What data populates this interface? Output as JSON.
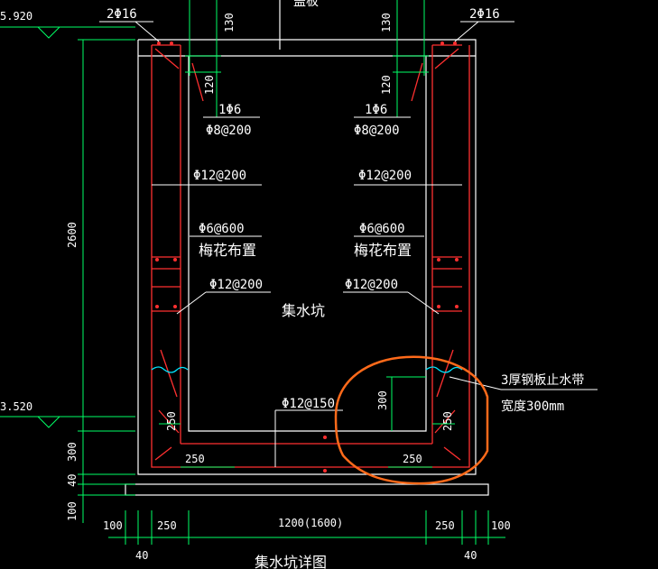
{
  "colors": {
    "background": "#000000",
    "outline": "#ffffff",
    "rebar": "#ff3030",
    "dimension": "#00ff66",
    "waterstop": "#00e5ff",
    "markup": "#ff6a1a"
  },
  "labels": {
    "elev_top": "5.920",
    "elev_bottom": "3.520",
    "lid": "盖板",
    "rebar_top_left": "2Φ16",
    "rebar_top_right": "2Φ16",
    "phi6_left": "1Φ6",
    "phi6_right": "1Φ6",
    "phi8_left": "Φ8@200",
    "phi8_right": "Φ8@200",
    "phi12_upper_left": "Φ12@200",
    "phi12_upper_right": "Φ12@200",
    "phi6_600_left": "Φ6@600",
    "phi6_600_right": "Φ6@600",
    "plum_left": "梅花布置",
    "plum_right": "梅花布置",
    "phi12_lower_left": "Φ12@200",
    "phi12_lower_right": "Φ12@200",
    "pit_name": "集水坑",
    "phi12_bottom": "Φ12@150",
    "waterstop_line1": "3厚钢板止水带",
    "waterstop_line2": "宽度300mm",
    "bottom_title": "集水坑详图"
  },
  "dims": {
    "d130_left": "130",
    "d130_right": "130",
    "d120_left": "120",
    "d120_right": "120",
    "height_2600": "2600",
    "d300_left": "300",
    "d40_left": "40",
    "d100_left": "100",
    "d300_inner": "300",
    "d250_wall_left": "250",
    "d250_wall_right": "250",
    "d250_base_left": "250",
    "d250_base_right": "250",
    "b100_left": "100",
    "b250_left": "250",
    "b_inner": "1200(1600)",
    "b250_right": "250",
    "b100_right": "100",
    "b40_left": "40",
    "b40_right": "40"
  }
}
